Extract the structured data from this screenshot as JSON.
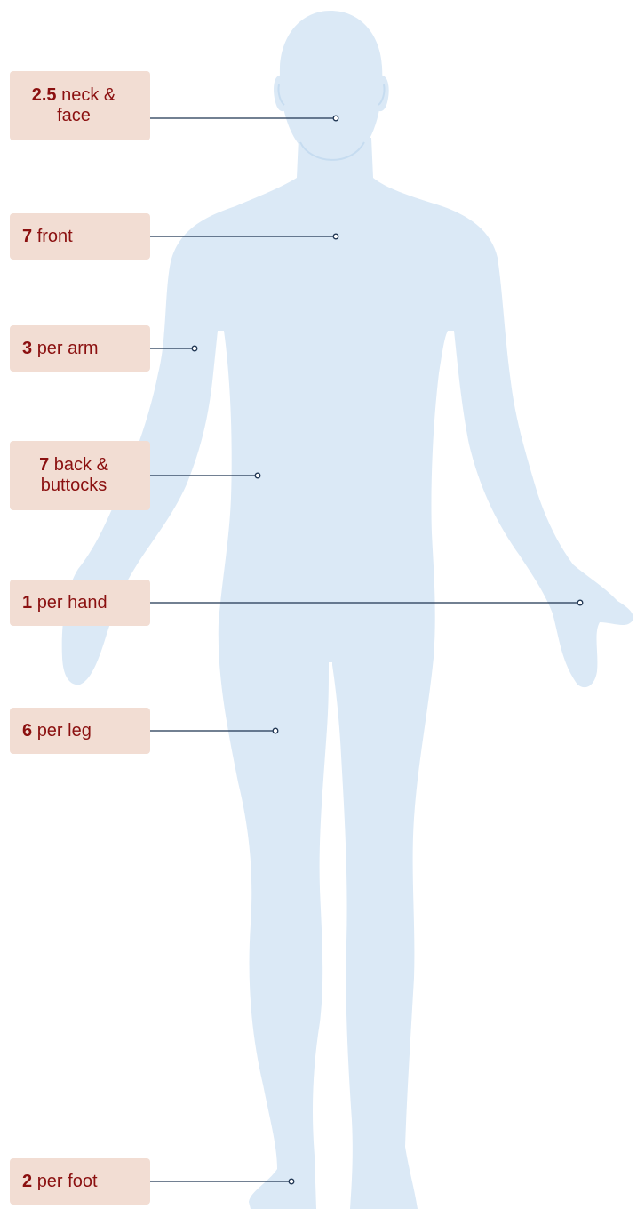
{
  "colors": {
    "body": "#dbe9f6",
    "body_detail": "#c6dcf0",
    "label_bg": "#f2ddd3",
    "label_text": "#8b1010",
    "leader_line": "#1f3552"
  },
  "regions": [
    {
      "id": "neck-face",
      "value": "2.5",
      "text": "neck &",
      "text2": "face"
    },
    {
      "id": "front",
      "value": "7",
      "text": "front"
    },
    {
      "id": "arm",
      "value": "3",
      "text": "per arm"
    },
    {
      "id": "back",
      "value": "7",
      "text": "back &",
      "text2": "buttocks"
    },
    {
      "id": "hand",
      "value": "1",
      "text": "per hand"
    },
    {
      "id": "leg",
      "value": "6",
      "text": "per leg"
    },
    {
      "id": "foot",
      "value": "2",
      "text": "per foot"
    }
  ]
}
